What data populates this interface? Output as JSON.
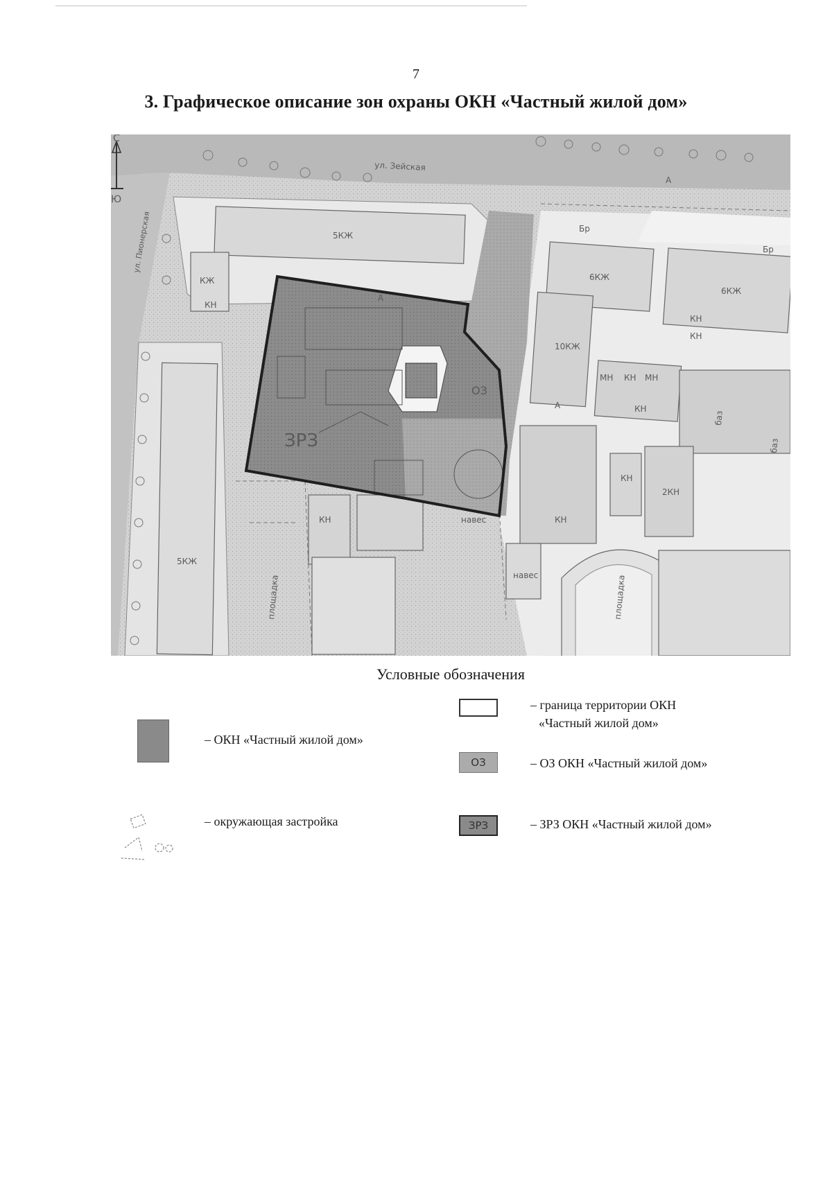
{
  "page": {
    "number": "7",
    "title": "3. Графическое описание зон охраны ОКН «Частный жилой дом»"
  },
  "map": {
    "compass": {
      "north": "С",
      "south": "Ю"
    },
    "street_label": "ул. Зейская",
    "street_label_vertical": "ул. Пионерская",
    "zone_label_zrz": "ЗРЗ",
    "zone_label_oz": "ОЗ",
    "building_labels": [
      "5КЖ",
      "КЖ",
      "КН",
      "6КЖ",
      "6КЖ",
      "10КЖ",
      "КН",
      "КН",
      "МН",
      "КН",
      "МН",
      "КН",
      "КН",
      "2КН",
      "5КЖ",
      "КН",
      "навес",
      "навес",
      "КН",
      "площадка",
      "площадка",
      "баз",
      "баз",
      "Бр",
      "Бр",
      "А",
      "А",
      "А"
    ],
    "colors": {
      "background": "#cfcfcf",
      "road": "#b3b3b3",
      "zrz": "#8a8a8a",
      "oz": "#a9a9a9",
      "okn": "#7d7d7d",
      "building": "#e6e6e6",
      "boundary": "#1f1f1f"
    }
  },
  "legend": {
    "title": "Условные обозначения",
    "items": {
      "okn": {
        "label": "– ОКН «Частный жилой дом»"
      },
      "boundary": {
        "label_line1": "– граница территории ОКН",
        "label_line2": "«Частный жилой дом»"
      },
      "oz": {
        "code": "ОЗ",
        "label": "– ОЗ ОКН «Частный жилой дом»"
      },
      "surrounding": {
        "label": "– окружающая застройка"
      },
      "zrz": {
        "code": "ЗРЗ",
        "label": "– ЗРЗ ОКН «Частный жилой дом»"
      }
    }
  }
}
